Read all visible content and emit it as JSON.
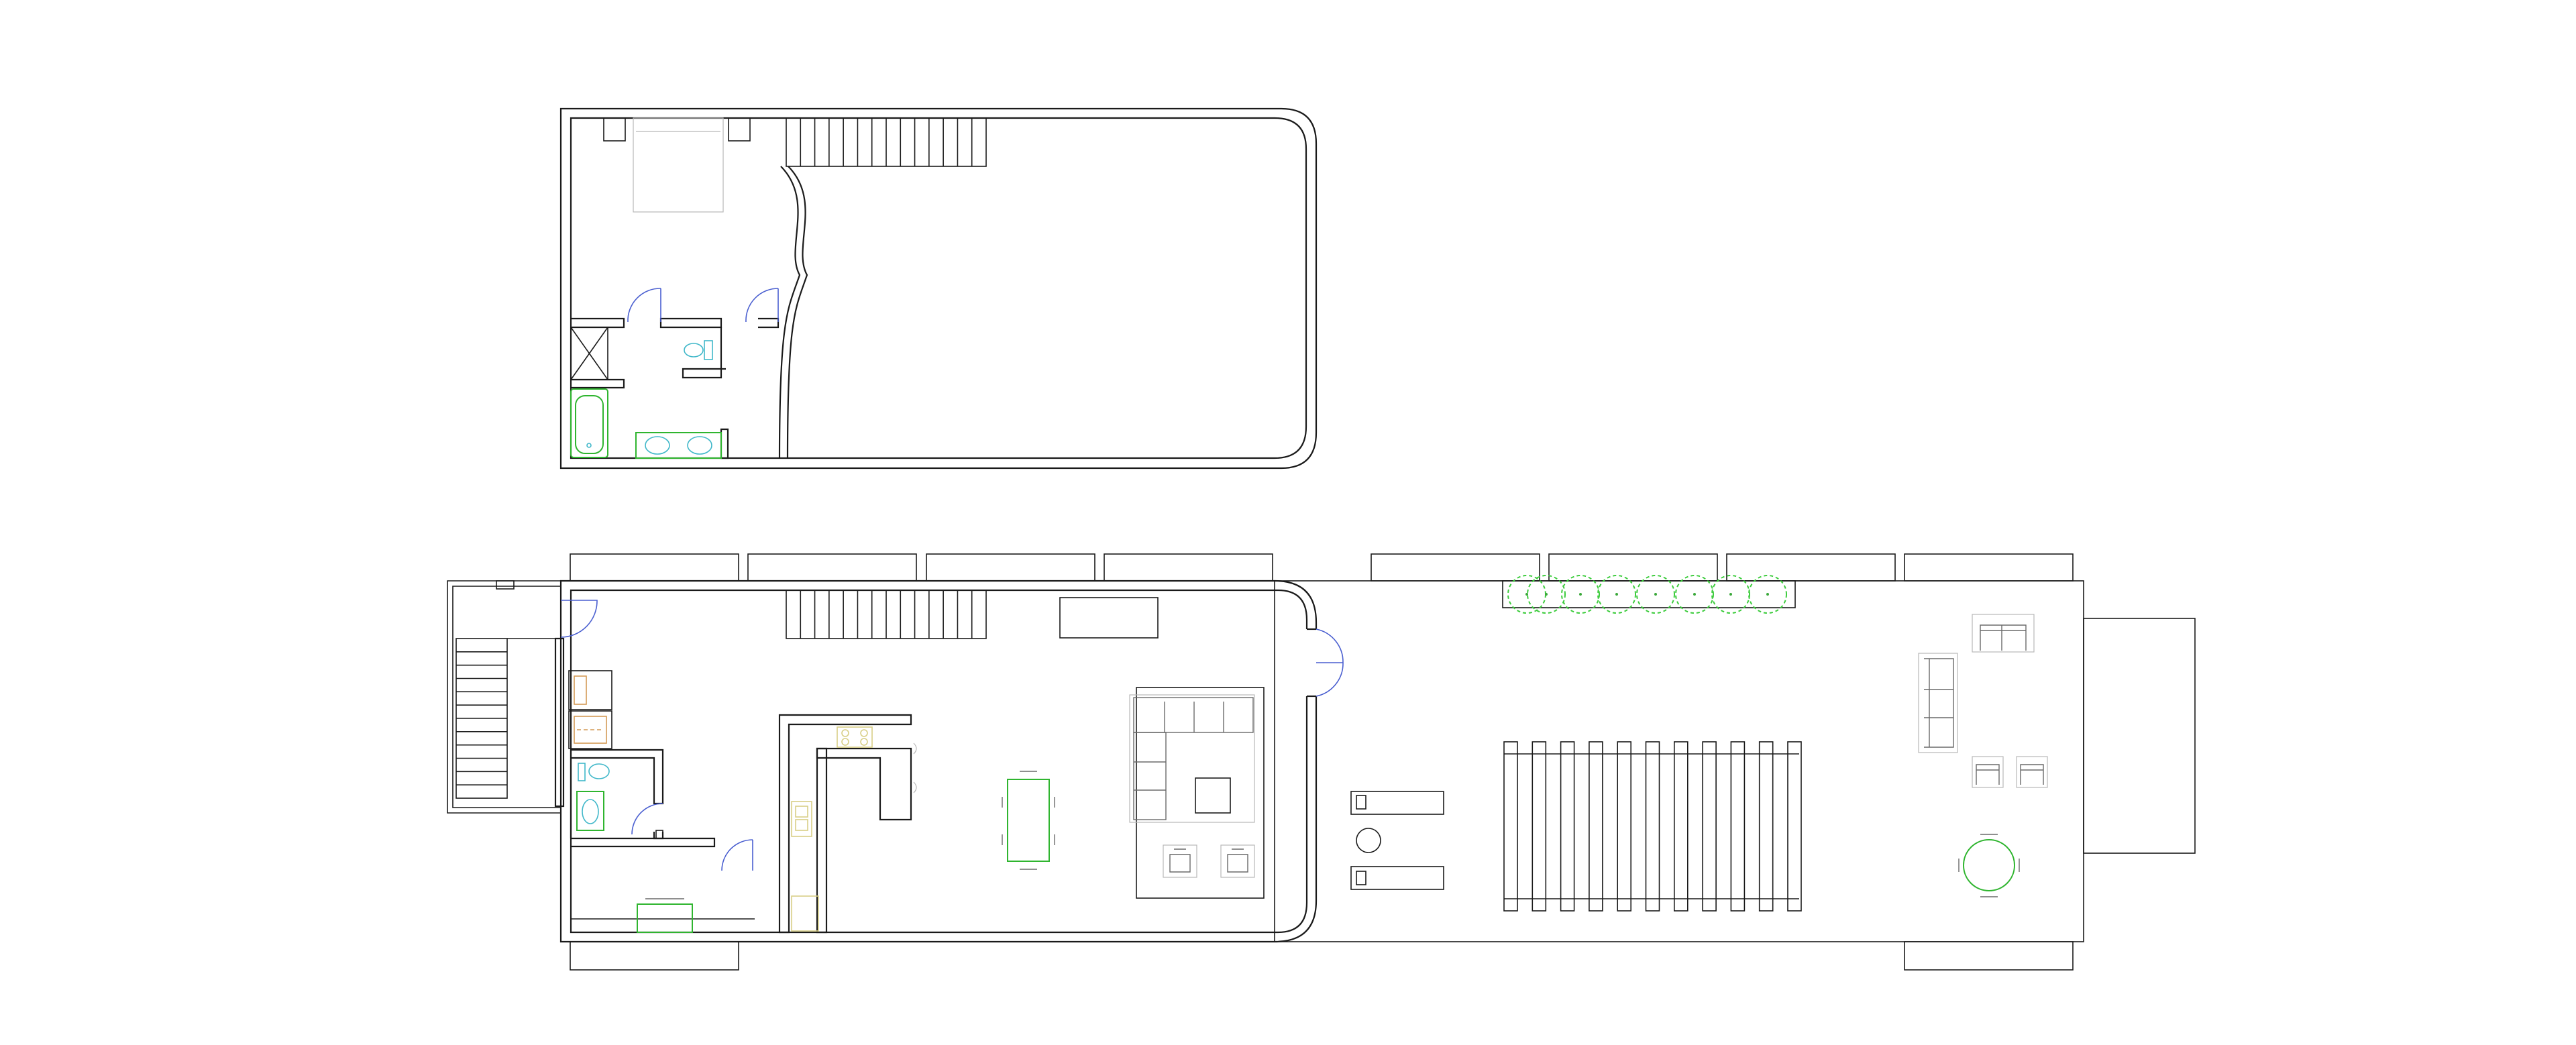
{
  "drawing": {
    "type": "architectural floor plan",
    "levels": [
      "upper-floor",
      "ground-floor-with-terrace"
    ],
    "colors": {
      "walls": "#1a1a1a",
      "furniture": "#6a6a6a",
      "furniture_light": "#b8b8b8",
      "planting": "#2fb52f",
      "sanitary": "#3fb7c9",
      "kitchen_fixtures": "#d8cf86",
      "appliances": "#d49a55",
      "doors": "#4a5fd0"
    },
    "text_labels": []
  }
}
